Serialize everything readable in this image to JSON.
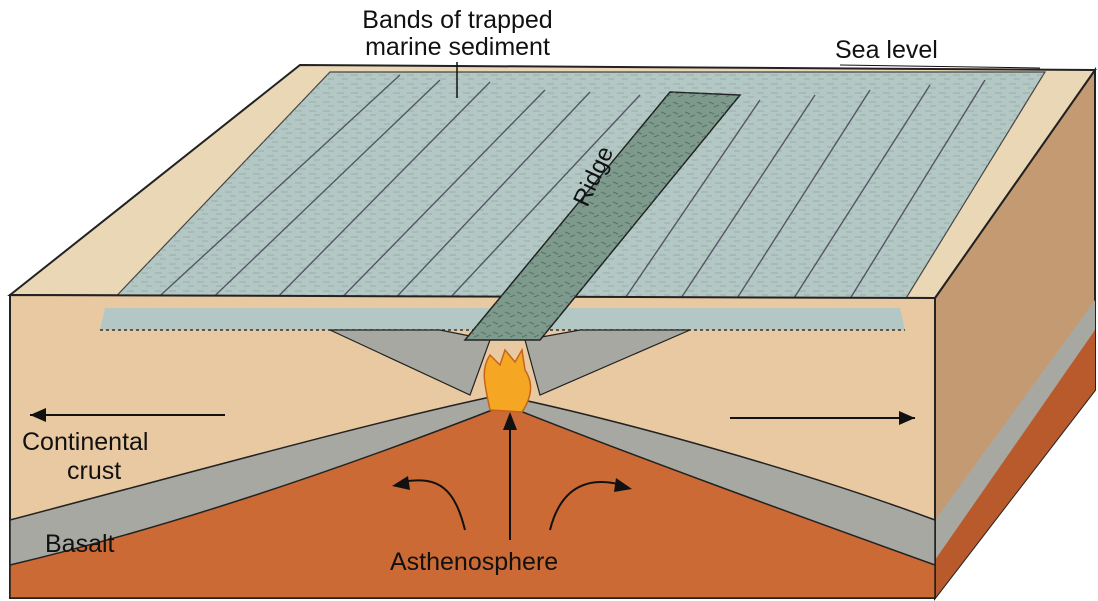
{
  "labels": {
    "bands_line1": "Bands of trapped",
    "bands_line2": "marine sediment",
    "sea_level": "Sea level",
    "ridge": "Ridge",
    "continental_line1": "Continental",
    "continental_line2": "crust",
    "basalt": "Basalt",
    "asthenosphere": "Asthenosphere"
  },
  "colors": {
    "crust": "#e8c9a1",
    "crust_top": "#ead7b6",
    "sea": "#b3c8c4",
    "sea_band": "#a6bfba",
    "ridge": "#7d9a8d",
    "basalt": "#a8a8a2",
    "asthenosphere": "#cc6a36",
    "magma": "#f5a623",
    "side": "#c8a27c"
  }
}
